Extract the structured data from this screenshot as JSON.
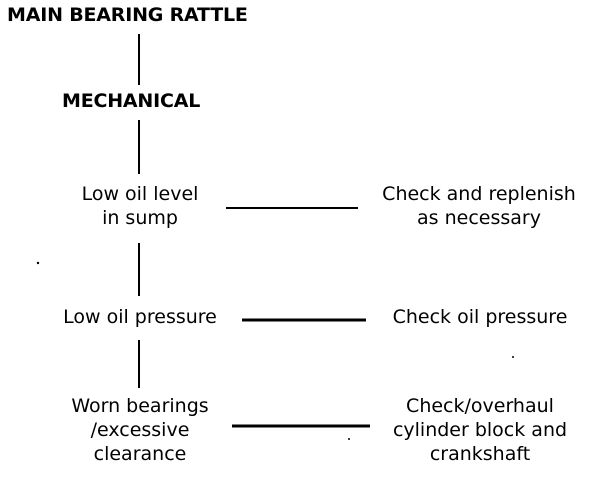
{
  "title": "MAIN BEARING RATTLE",
  "category": "MECHANICAL",
  "rows": [
    {
      "cause": [
        "Low oil level",
        "in sump"
      ],
      "action": [
        "Check and replenish",
        "as necessary"
      ]
    },
    {
      "cause": [
        "Low oil pressure"
      ],
      "action": [
        "Check oil pressure"
      ]
    },
    {
      "cause": [
        "Worn bearings",
        "/excessive",
        "clearance"
      ],
      "action": [
        "Check/overhaul",
        "cylinder block and",
        "crankshaft"
      ]
    }
  ]
}
